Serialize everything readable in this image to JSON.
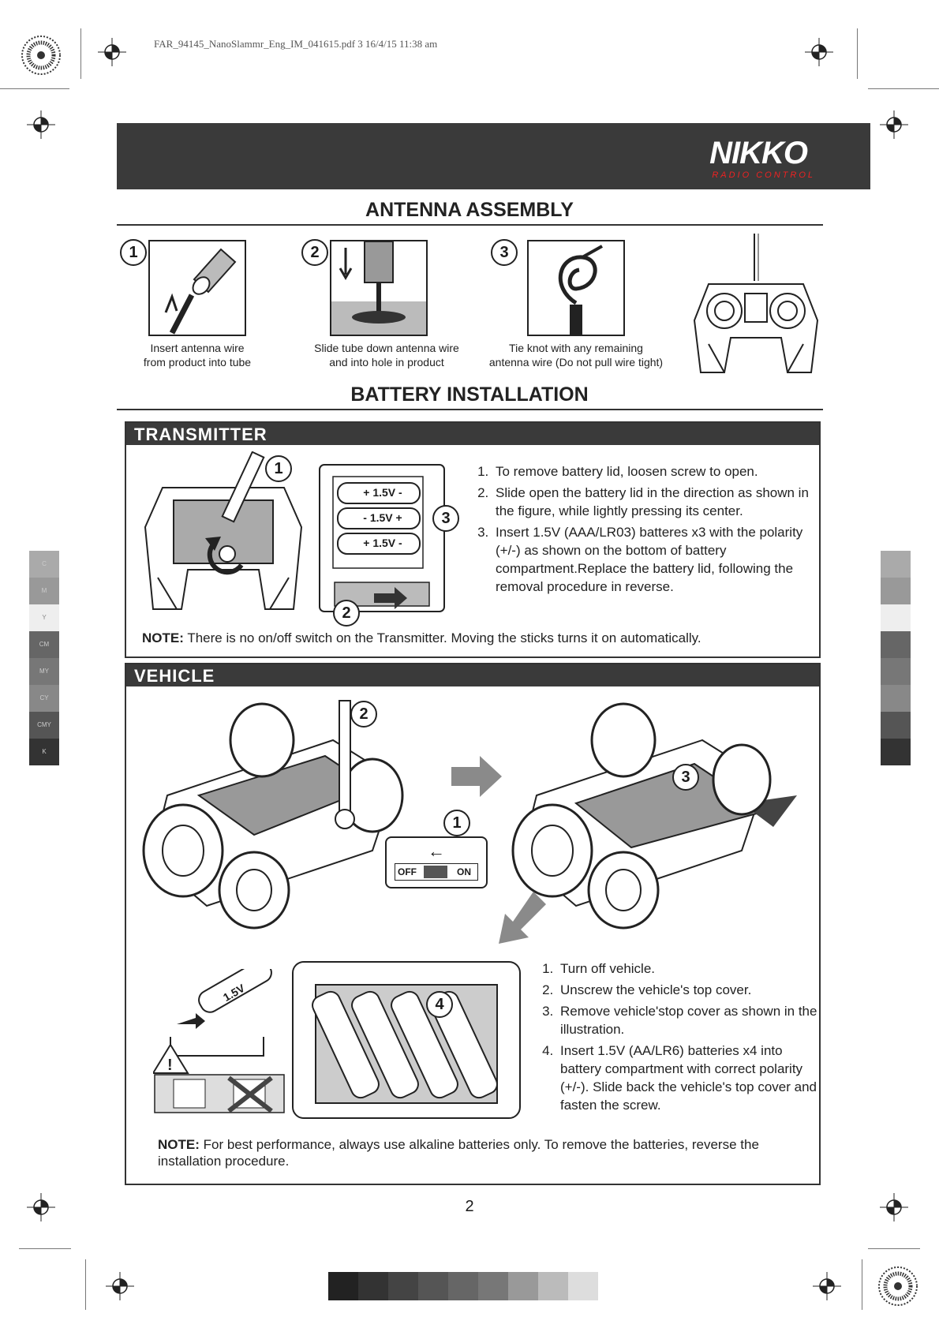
{
  "print_info": "FAR_94145_NanoSlammr_Eng_IM_041615.pdf   3   16/4/15   11:38 am",
  "brand": {
    "logo": "NIKKO",
    "tagline": "RADIO CONTROL"
  },
  "antenna": {
    "title": "ANTENNA ASSEMBLY",
    "steps": [
      {
        "num": "1",
        "caption": "Insert antenna wire\nfrom product into tube"
      },
      {
        "num": "2",
        "caption": "Slide tube down antenna wire\nand into hole in product"
      },
      {
        "num": "3",
        "caption": "Tie knot with any remaining\nantenna wire (Do not pull wire tight)"
      }
    ]
  },
  "battery": {
    "title": "BATTERY INSTALLATION",
    "transmitter": {
      "header": "TRANSMITTER",
      "callouts": [
        "1",
        "2",
        "3"
      ],
      "battery_labels": [
        "+ 1.5V -",
        "- 1.5V +",
        "+ 1.5V -"
      ],
      "steps": [
        "To remove battery lid, loosen screw to open.",
        "Slide open the battery lid in the direction as shown in the figure, while lightly pressing its center.",
        "Insert 1.5V (AAA/LR03) batteres x3 with the polarity (+/-) as shown on the bottom of battery compartment.Replace the battery lid, following the removal procedure in reverse."
      ],
      "note_label": "NOTE:",
      "note_text": "There is no on/off switch on the Transmitter.  Moving the sticks turns it on automatically."
    },
    "vehicle": {
      "header": "VEHICLE",
      "callouts": [
        "1",
        "2",
        "3",
        "4"
      ],
      "switch": {
        "off": "OFF",
        "on": "ON"
      },
      "battery_label": "1.5V",
      "steps": [
        "Turn off vehicle.",
        "Unscrew the vehicle's top cover.",
        "Remove vehicle'stop cover as shown in the illustration.",
        "Insert 1.5V (AA/LR6) batteries x4 into battery compartment with correct polarity (+/-).  Slide back the vehicle's top cover and fasten the screw."
      ],
      "note_label": "NOTE:",
      "note_text": "For best performance, always use alkaline batteries only.  To remove the batteries, reverse the installation procedure."
    }
  },
  "page_number": "2",
  "color_bar_left": [
    "C",
    "M",
    "Y",
    "CM",
    "MY",
    "CY",
    "CMY",
    "K"
  ],
  "colors": {
    "banner": "#3a3a3a",
    "accent_red": "#e22222",
    "arrow_gray": "#8a8a8a"
  }
}
